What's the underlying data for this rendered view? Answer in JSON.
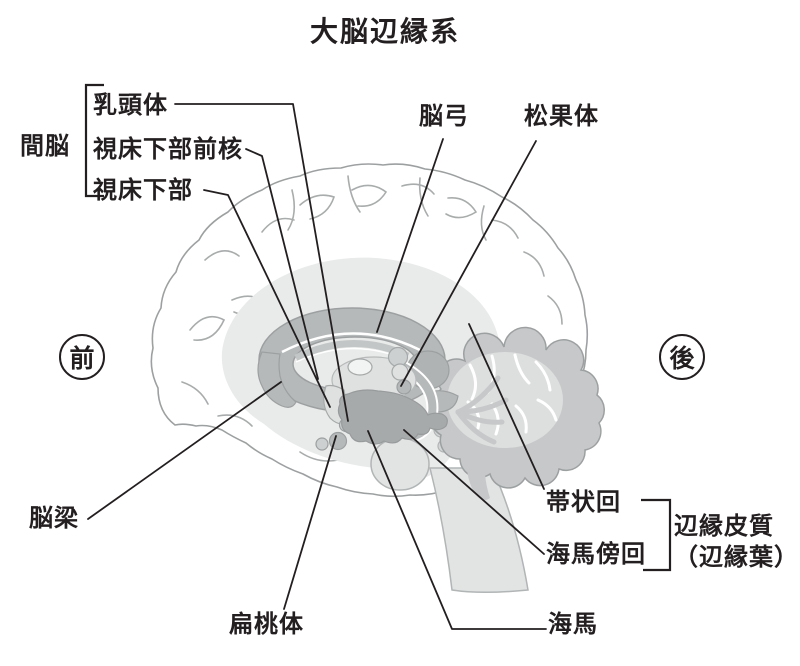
{
  "title": "大脳辺縁系",
  "orientation": {
    "front": "前",
    "back": "後"
  },
  "diencephalon": {
    "group_label": "間脳",
    "items": [
      "乳頭体",
      "視床下部前核",
      "視床下部"
    ]
  },
  "structures": {
    "fornix": "脳弓",
    "pineal_body": "松果体",
    "corpus_callosum": "脳梁",
    "cingulate_gyrus": "帯状回",
    "parahippocampal_gyrus": "海馬傍回",
    "amygdala": "扁桃体",
    "hippocampus": "海馬"
  },
  "limbic_cortex": {
    "line1": "辺縁皮質",
    "line2": "（辺縁葉）"
  },
  "colors": {
    "text": "#231f20",
    "leader_line": "#231f20",
    "outline_gray": "#9da0a1",
    "shade_light": "#e9eaea",
    "shade_mid": "#c6c8c9",
    "shade_dark": "#b6b9ba"
  }
}
